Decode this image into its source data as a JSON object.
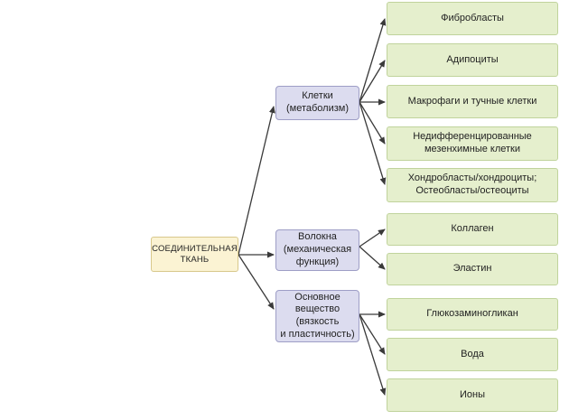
{
  "root": {
    "label": "СОЕДИНИТЕЛЬНАЯ\nТКАНЬ"
  },
  "components": [
    {
      "label": "Клетки\n(метаболизм)",
      "children": [
        "Фибробласты",
        "Адипоциты",
        "Макрофаги и тучные клетки",
        "Недифференцированные\nмезенхимные клетки",
        "Хондробласты/хондроциты;\nОстеобласты/остеоциты"
      ]
    },
    {
      "label": "Волокна\n(механическая\nфункция)",
      "children": [
        "Коллаген",
        "Эластин"
      ]
    },
    {
      "label": "Основное\nвещество\n(вязкость\nи пластичность)",
      "children": [
        "Глюкозаминогликан",
        "Вода",
        "Ионы"
      ]
    }
  ],
  "colors": {
    "root_fill": "#fbf3d3",
    "component_fill": "#dcdcef",
    "item_fill": "#e5efcd",
    "arrow": "#3a3a3a"
  }
}
